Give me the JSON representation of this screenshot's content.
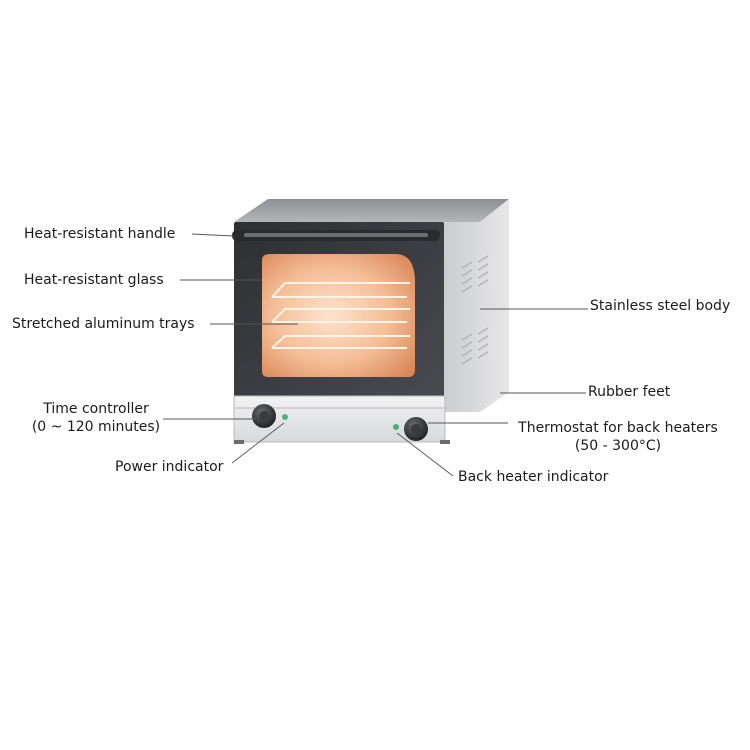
{
  "labels": {
    "handle": "Heat-resistant handle",
    "glass": "Heat-resistant glass",
    "trays": "Stretched aluminum trays",
    "time_controller_line1": "Time controller",
    "time_controller_line2": "(0 ~ 120 minutes)",
    "power_indicator": "Power indicator",
    "body": "Stainless steel body",
    "feet": "Rubber feet",
    "thermostat_line1": "Thermostat for back heaters",
    "thermostat_line2": "(50 - 300°C)",
    "back_heater_indicator": "Back heater indicator"
  },
  "colors": {
    "steel_light": "#e9e9ea",
    "steel_mid": "#cfd0d2",
    "steel_dark": "#9c9da0",
    "door_dark": "#3a3b3f",
    "window_glow": "#f2b88f",
    "leader": "#555555"
  }
}
